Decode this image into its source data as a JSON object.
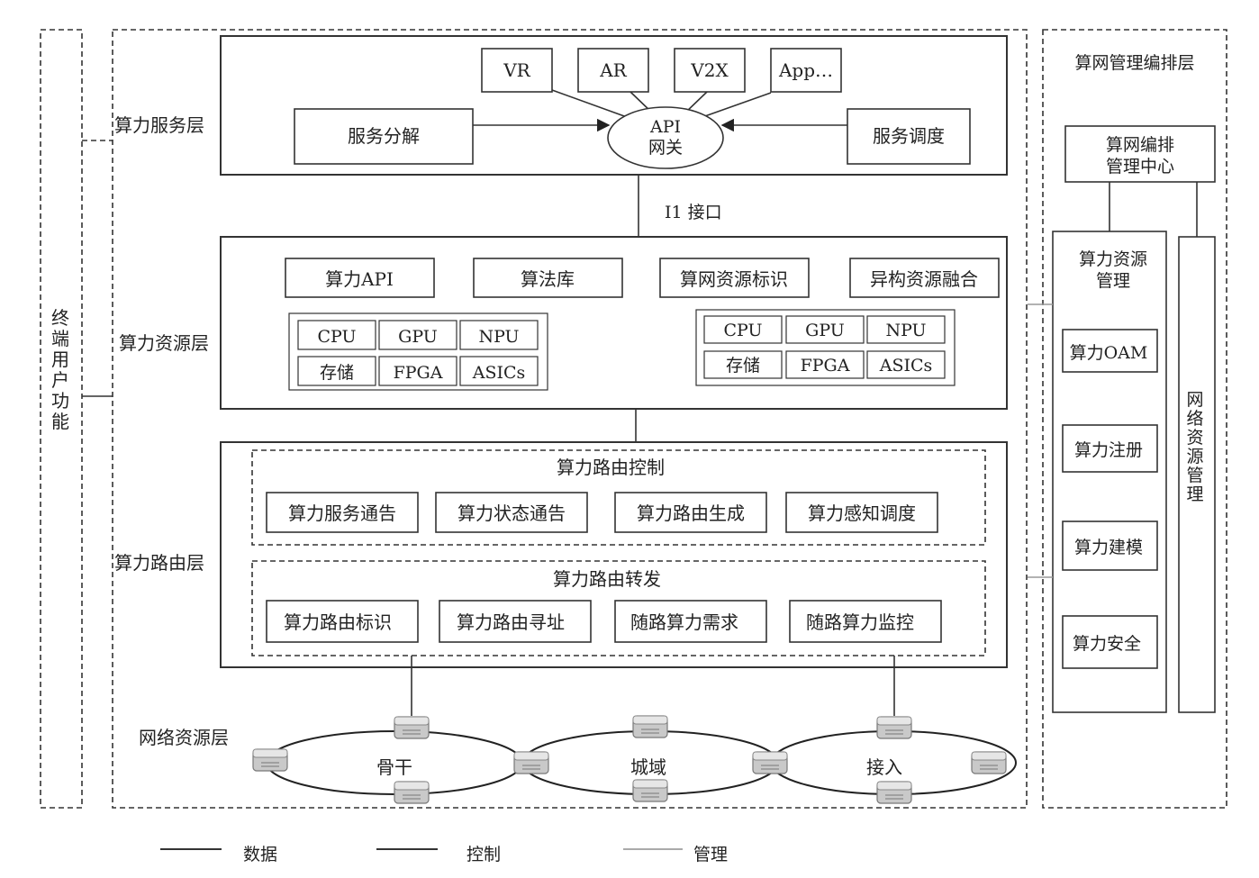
{
  "terminal": {
    "label": "终端用户功能"
  },
  "service_layer": {
    "label": "算力服务层",
    "apps": [
      "VR",
      "AR",
      "V2X",
      "App…"
    ],
    "decompose": "服务分解",
    "schedule": "服务调度",
    "gateway_line1": "API",
    "gateway_line2": "网关"
  },
  "interface_label": "I1 接口",
  "resource_layer": {
    "label": "算力资源层",
    "modules": [
      "算力API",
      "算法库",
      "算网资源标识",
      "异构资源融合"
    ],
    "chips_top": [
      "CPU",
      "GPU",
      "NPU"
    ],
    "chips_bottom": [
      "存储",
      "FPGA",
      "ASICs"
    ]
  },
  "routing_layer": {
    "label": "算力路由层",
    "control_title": "算力路由控制",
    "control_items": [
      "算力服务通告",
      "算力状态通告",
      "算力路由生成",
      "算力感知调度"
    ],
    "forward_title": "算力路由转发",
    "forward_items": [
      "算力路由标识",
      "算力路由寻址",
      "随路算力需求",
      "随路算力监控"
    ]
  },
  "network_layer": {
    "label": "网络资源层",
    "rings": [
      "骨干",
      "城域",
      "接入"
    ]
  },
  "management": {
    "title": "算网管理编排层",
    "center_line1": "算网编排",
    "center_line2": "管理中心",
    "resource_mgmt_line1": "算力资源",
    "resource_mgmt_line2": "管理",
    "items": [
      "算力OAM",
      "算力注册",
      "算力建模",
      "算力安全"
    ],
    "network_mgmt": "网络资源管理"
  },
  "legend": {
    "items": [
      {
        "label": "数据",
        "color": "#333333"
      },
      {
        "label": "控制",
        "color": "#333333"
      },
      {
        "label": "管理",
        "color": "#aaaaaa"
      }
    ]
  },
  "icons": {
    "router": "router-icon"
  }
}
